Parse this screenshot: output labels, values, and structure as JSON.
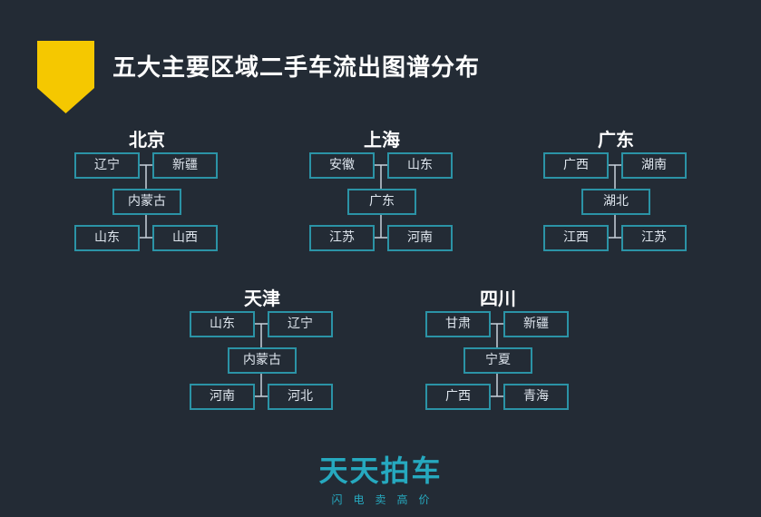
{
  "title": "五大主要区域二手车流出图谱分布",
  "clusters": [
    {
      "city": "北京",
      "top_left": "辽宁",
      "top_right": "新疆",
      "center": "内蒙古",
      "bottom_left": "山东",
      "bottom_right": "山西"
    },
    {
      "city": "上海",
      "top_left": "安徽",
      "top_right": "山东",
      "center": "广东",
      "bottom_left": "江苏",
      "bottom_right": "河南"
    },
    {
      "city": "广东",
      "top_left": "广西",
      "top_right": "湖南",
      "center": "湖北",
      "bottom_left": "江西",
      "bottom_right": "江苏"
    },
    {
      "city": "天津",
      "top_left": "山东",
      "top_right": "辽宁",
      "center": "内蒙古",
      "bottom_left": "河南",
      "bottom_right": "河北"
    },
    {
      "city": "四川",
      "top_left": "甘肃",
      "top_right": "新疆",
      "center": "宁夏",
      "bottom_left": "广西",
      "bottom_right": "青海"
    }
  ],
  "logo": {
    "name": "天天拍车",
    "tagline": "闪电卖高价"
  },
  "colors": {
    "background": "#232b35",
    "accent_yellow": "#f5c800",
    "teal": "#2b93a6"
  }
}
